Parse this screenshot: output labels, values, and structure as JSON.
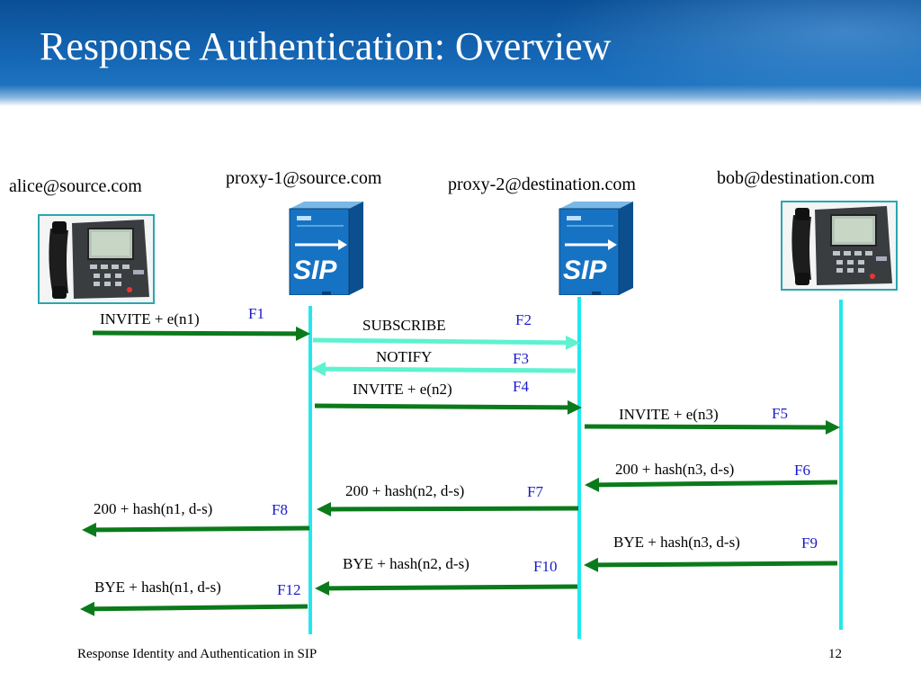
{
  "slide": {
    "title": "Response Authentication: Overview",
    "footer": "Response Identity and Authentication in SIP",
    "page_number": "12"
  },
  "actors": {
    "alice": "alice@source.com",
    "proxy1": "proxy-1@source.com",
    "proxy2": "proxy-2@destination.com",
    "bob": "bob@destination.com"
  },
  "icons": {
    "endpoint": "ip-phone-icon",
    "proxy": "sip-server-icon",
    "server_text": "SIP"
  },
  "colors": {
    "header_blue": "#1567b5",
    "lifeline_cyan": "#22e8ee",
    "invite_arrow_green": "#0b7a1b",
    "subscribe_arrow_aqua": "#5ef2cf",
    "flow_label_blue": "#1a1acc"
  },
  "messages": [
    {
      "id": "F1",
      "label": "INVITE + e(n1)",
      "from": "alice",
      "to": "proxy1"
    },
    {
      "id": "F2",
      "label": "SUBSCRIBE",
      "from": "proxy1",
      "to": "proxy2"
    },
    {
      "id": "F3",
      "label": "NOTIFY",
      "from": "proxy2",
      "to": "proxy1"
    },
    {
      "id": "F4",
      "label": "INVITE + e(n2)",
      "from": "proxy1",
      "to": "proxy2"
    },
    {
      "id": "F5",
      "label": "INVITE + e(n3)",
      "from": "proxy2",
      "to": "bob"
    },
    {
      "id": "F6",
      "label": "200 + hash(n3, d-s)",
      "from": "bob",
      "to": "proxy2"
    },
    {
      "id": "F7",
      "label": "200 + hash(n2, d-s)",
      "from": "proxy2",
      "to": "proxy1"
    },
    {
      "id": "F8",
      "label": "200 + hash(n1, d-s)",
      "from": "proxy1",
      "to": "alice"
    },
    {
      "id": "F9",
      "label": "BYE + hash(n3, d-s)",
      "from": "bob",
      "to": "proxy2"
    },
    {
      "id": "F10",
      "label": "BYE + hash(n2, d-s)",
      "from": "proxy2",
      "to": "proxy1"
    },
    {
      "id": "F12",
      "label": "BYE + hash(n1, d-s)",
      "from": "proxy1",
      "to": "alice"
    }
  ]
}
